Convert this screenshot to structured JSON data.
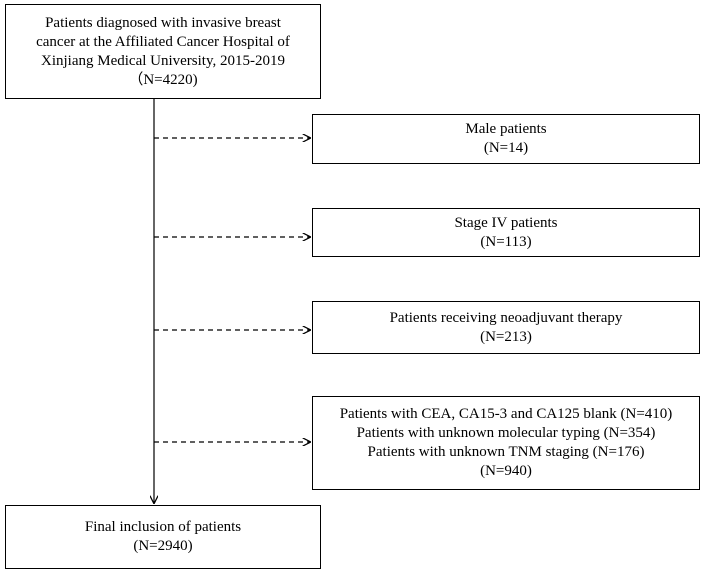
{
  "diagram": {
    "top": {
      "lines": [
        "Patients diagnosed with invasive breast",
        "cancer at the Affiliated Cancer Hospital of",
        "Xinjiang Medical University, 2015-2019",
        "（N=4220)"
      ]
    },
    "exclusions": [
      {
        "lines": [
          "Male patients",
          "(N=14)"
        ]
      },
      {
        "lines": [
          "Stage IV patients",
          "(N=113)"
        ]
      },
      {
        "lines": [
          "Patients receiving neoadjuvant therapy",
          "(N=213)"
        ]
      },
      {
        "lines": [
          "Patients with CEA, CA15-3 and CA125 blank (N=410)",
          "Patients with unknown molecular typing (N=354)",
          "Patients with unknown TNM staging (N=176)",
          "(N=940)"
        ]
      }
    ],
    "final": {
      "lines": [
        "Final inclusion of patients",
        "(N=2940)"
      ]
    },
    "colors": {
      "line": "#000000",
      "background": "#ffffff"
    }
  }
}
